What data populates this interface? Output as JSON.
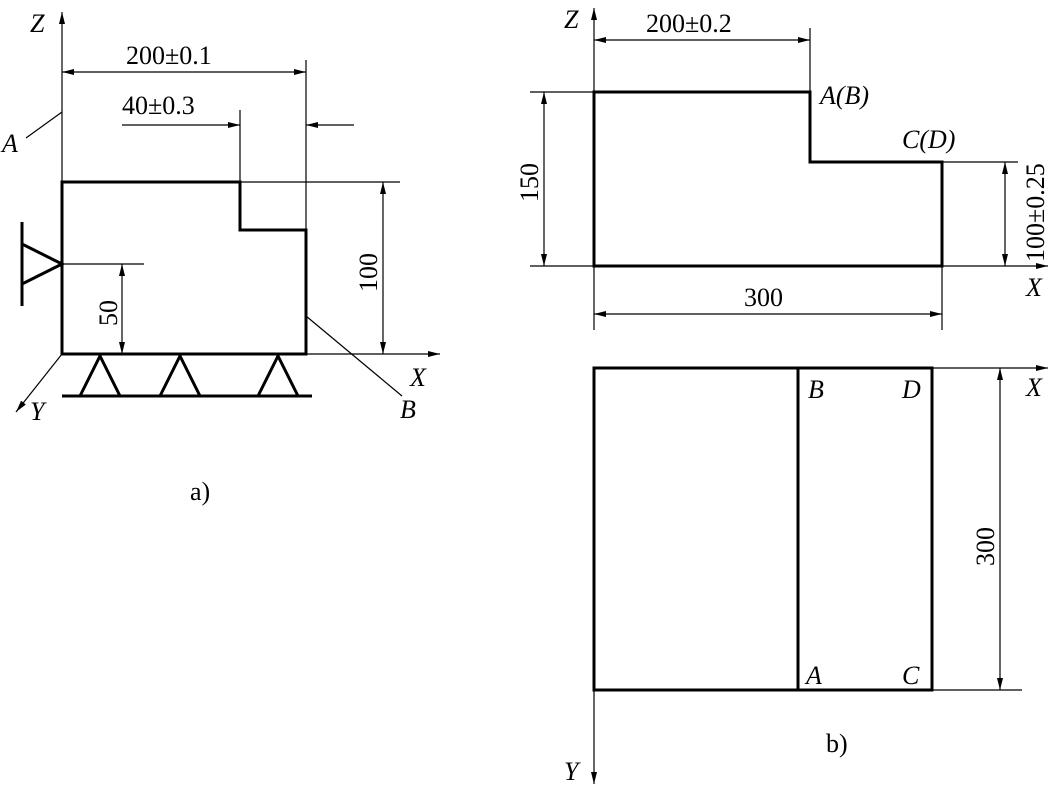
{
  "figure_a": {
    "caption": "a)",
    "axis_z": "Z",
    "axis_x": "X",
    "axis_y": "Y",
    "label_a": "A",
    "label_b": "B",
    "dim_200": "200±0.1",
    "dim_40": "40±0.3",
    "dim_100": "100",
    "dim_50": "50"
  },
  "figure_b": {
    "caption": "b)",
    "axis_z": "Z",
    "axis_x_top": "X",
    "axis_x_bottom": "X",
    "axis_y": "Y",
    "dim_200": "200±0.2",
    "dim_150": "150",
    "dim_100": "100±0.25",
    "dim_300_horizontal": "300",
    "dim_300_vertical": "300",
    "point_ab": "A(B)",
    "point_cd": "C(D)",
    "point_b": "B",
    "point_d": "D",
    "point_a": "A",
    "point_c": "C"
  }
}
